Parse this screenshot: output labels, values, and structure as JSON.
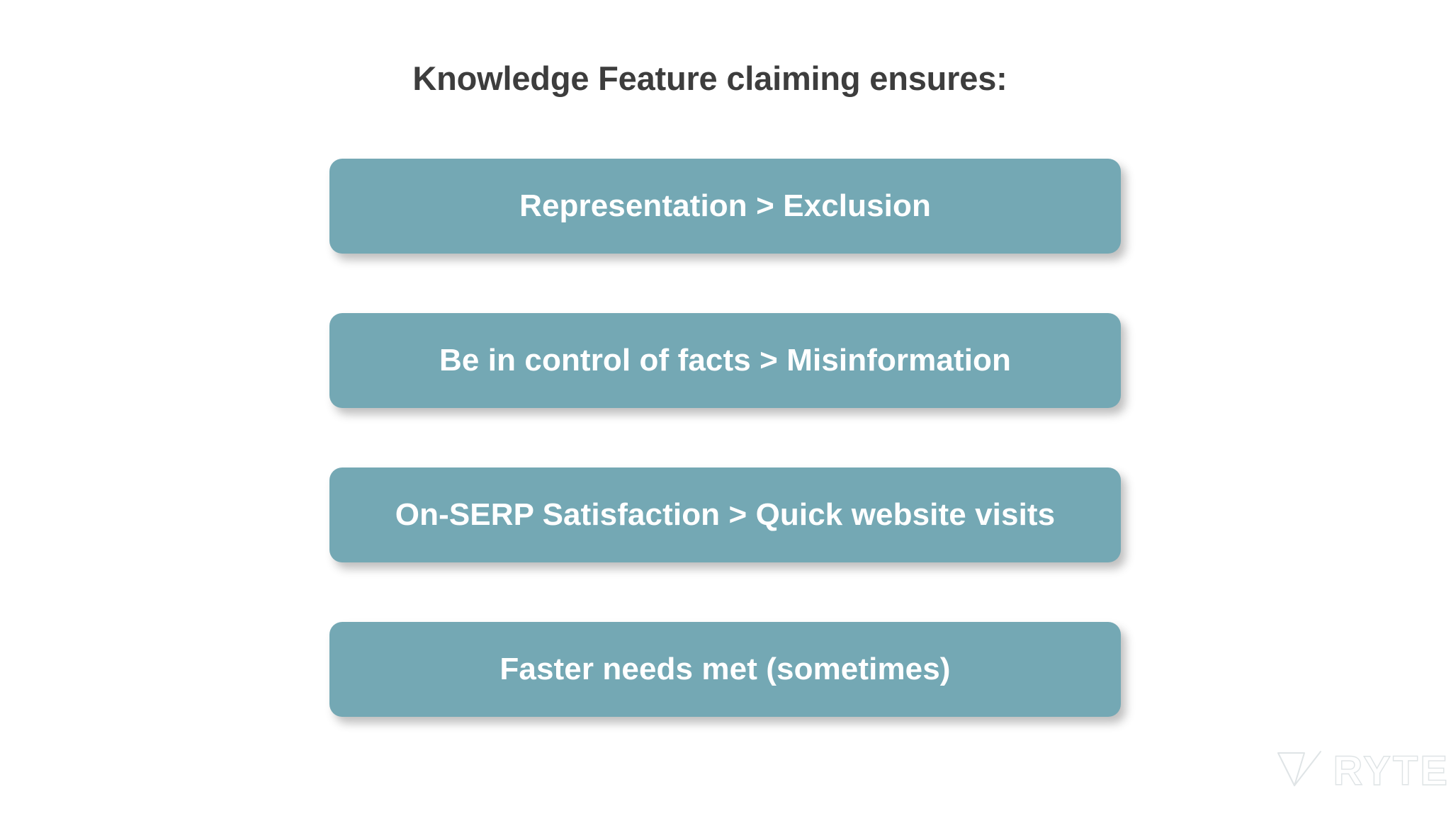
{
  "slide": {
    "title": "Knowledge Feature claiming ensures:",
    "background_color": "#ffffff",
    "title_color": "#3d3d3d",
    "accent_color": "#74a8b4",
    "pill_text_color": "#ffffff",
    "items": [
      {
        "label": "Representation > Exclusion"
      },
      {
        "label": "Be in control of facts > Misinformation"
      },
      {
        "label": "On-SERP Satisfaction > Quick website visits"
      },
      {
        "label": "Faster needs met (sometimes)"
      }
    ]
  },
  "watermark": {
    "brand": "RYTE",
    "mark_icon": "ryte-checkmark-logo-icon",
    "color": "#dce2e4"
  }
}
